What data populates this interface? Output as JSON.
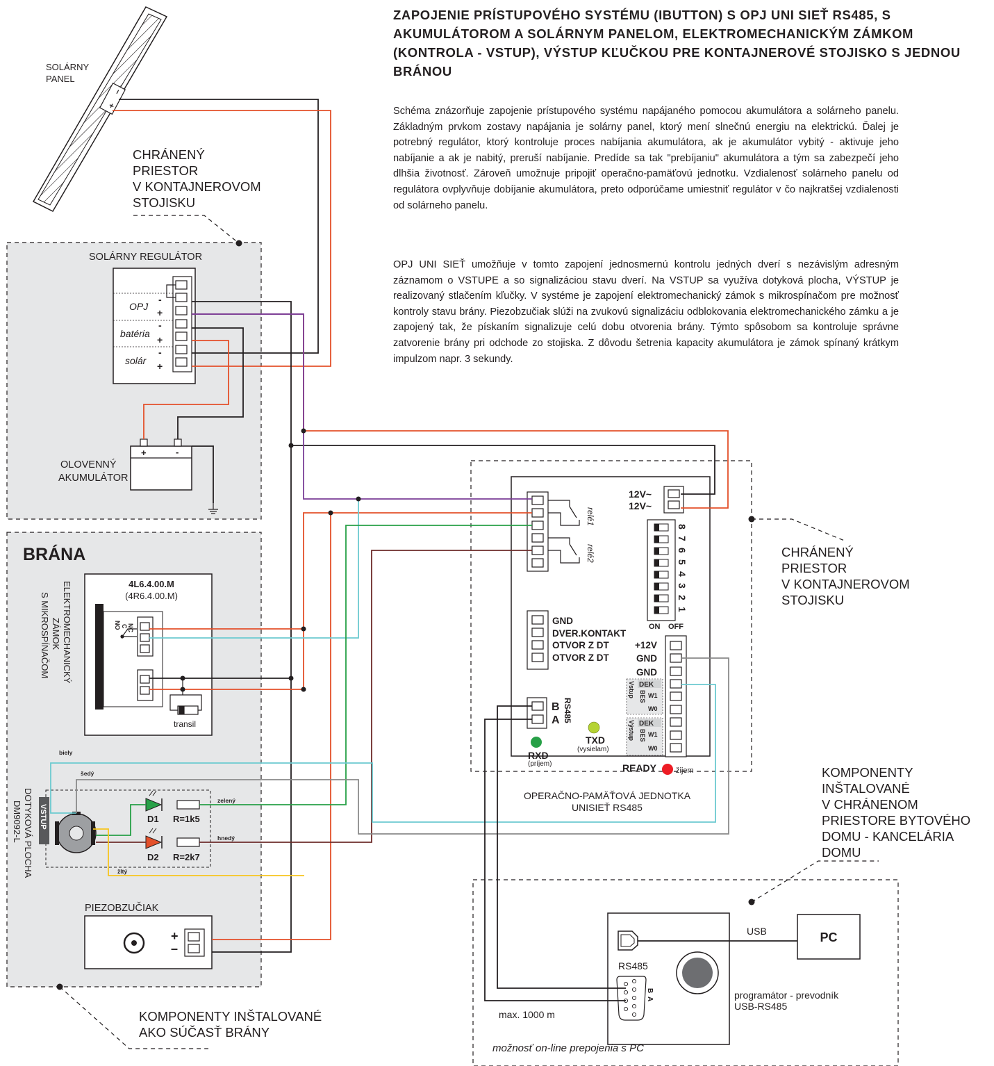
{
  "title": {
    "part1": "ZAPOJENIE PRÍSTUPOVÉHO SYSTÉMU (IBUTTON) S ",
    "hl1": "OPJ UNI SIEŤ RS485",
    "part2": ", ",
    "hl2": "S AKUMULÁTOROM A SOLÁRNYM PANELOM",
    "part3": ", ELEKTROMECHANICKÝM ZÁMKOM (KONTROLA - VSTUP), VÝSTUP KĽUČKOU PRE ",
    "hl3": "KONTAJNEROVÉ STOJISKO",
    "part4": " S JEDNOU BRÁNOU"
  },
  "paragraphs": {
    "p1": "Schéma znázorňuje zapojenie prístupového systému napájaného pomocou akumulátora a solárneho panelu. Základným prvkom zostavy napájania je solárny panel, ktorý mení slnečnú energiu na elektrickú. Ďalej je potrebný regulátor, ktorý kontroluje proces nabíjania akumulátora, ak je akumulátor vybitý - aktivuje jeho nabíjanie a ak je nabitý, preruší nabíjanie. Predíde sa tak \"prebíjaniu\" akumulátora a tým sa zabezpečí jeho dlhšia životnosť. Zároveň umožnuje pripojiť operačno-pamäťovú jednotku.  Vzdialenosť solárneho panelu od regulátora ovplyvňuje dobíjanie akumulátora, preto odporúčame umiestniť regulátor v čo najkratšej vzdialenosti od solárneho panelu.",
    "p2": "OPJ UNI SIEŤ umožňuje v tomto zapojení jednosmernú kontrolu jedných dverí s nezávislým adresným záznamom o VSTUPE a so signalizáciou stavu dverí.  Na VSTUP sa využíva dotyková plocha, VÝSTUP je realizovaný stlačením kľučky. V systéme je zapojení elektromechanický zámok s mikrospínačom pre možnosť kontroly stavu brány. Piezobzučiak slúži na zvukovú signalizáciu odblokovania elektromechanického zámku a je zapojený tak, že pískaním signalizuje celú dobu otvorenia brány. Týmto spôsobom sa kontroluje správne zatvorenie brány pri odchode zo stojiska. Z dôvodu šetrenia kapacity akumulátora je zámok spínaný krátkym impulzom napr. 3 sekundy."
  },
  "solar_panel": {
    "label1": "SOLÁRNY",
    "label2": "PANEL",
    "plus": "+",
    "minus": "–"
  },
  "protected_top": {
    "l1": "CHRÁNENÝ",
    "l2": "PRIESTOR",
    "l3": "V KONTAJNEROVOM",
    "l4": "STOJISKU"
  },
  "regulator": {
    "title": "SOLÁRNY REGULÁTOR",
    "opj": "OPJ",
    "bateria": "batéria",
    "solar": "solár",
    "minus": "-",
    "plus": "+"
  },
  "battery": {
    "l1": "OLOVENNÝ",
    "l2": "AKUMULÁTOR",
    "plus": "+",
    "minus": "-"
  },
  "gate": {
    "title": "BRÁNA"
  },
  "lock": {
    "model": "4L6.4.00.M",
    "model_alt": "(4R6.4.00.M)",
    "side1": "ELEKTROMECHANICKÝ",
    "side2": "ZÁMOK",
    "side3": "S MIKROSPÍNAČOM",
    "no": "NO",
    "c": "C",
    "nc": "NC",
    "transil": "transil"
  },
  "touch": {
    "side1": "DOTYKOVÁ PLOCHA",
    "side2": "DM9092-L",
    "vstup": "VSTUP",
    "biely": "biely",
    "sedy": "šedý",
    "zeleny": "zelený",
    "hnedy": "hnedý",
    "zlty": "žltý",
    "d1": "D1",
    "d2": "D2",
    "r1": "R=1k5",
    "r2": "R=2k7"
  },
  "piezo": {
    "title": "PIEZOBZUČIAK",
    "plus": "+",
    "minus": "–"
  },
  "gate_note": {
    "l1": "KOMPONENTY INŠTALOVANÉ",
    "l2": "AKO SÚČASŤ BRÁNY"
  },
  "opj": {
    "v1": "12V~",
    "v2": "12V~",
    "rele1": "relé1",
    "rele2": "relé2",
    "dip": [
      "8",
      "7",
      "6",
      "5",
      "4",
      "3",
      "2",
      "1"
    ],
    "on": "ON",
    "off": "OFF",
    "gnd": "GND",
    "dver": "DVER.KONTAKT",
    "otvor1": "OTVOR Z DT",
    "otvor2": "OTVOR Z DT",
    "p12": "+12V",
    "gnd1": "GND",
    "gnd2": "GND",
    "dek": "DEK",
    "w1": "W1",
    "w0": "W0",
    "bes": "BES",
    "vstup": "Vstup",
    "vystup": "Výstup",
    "b": "B",
    "a": "A",
    "rs485": "RS485",
    "txd": "TXD",
    "txd_sub": "(vysielam)",
    "rxd": "RXD",
    "rxd_sub": "(príjem)",
    "ready": "READY",
    "zijem": "žijem",
    "caption1": "OPERAČNO-PAMÄŤOVÁ JEDNOTKA",
    "caption2": "UNISIEŤ RS485"
  },
  "protected_right": {
    "l1": "CHRÁNENÝ",
    "l2": "PRIESTOR",
    "l3": "V KONTAJNEROVOM",
    "l4": "STOJISKU"
  },
  "office_note": {
    "l1": "KOMPONENTY",
    "l2": "INŠTALOVANÉ",
    "l3": "V CHRÁNENOM",
    "l4": "PRIESTORE BYTOVÉHO",
    "l5": "DOMU - KANCELÁRIA",
    "l6": "DOMU"
  },
  "converter": {
    "rs485": "RS485",
    "b": "B",
    "a": "A",
    "usb": "USB",
    "pc": "PC",
    "caption1": "programátor - prevodník",
    "caption2": "USB-RS485",
    "maxlen": "max. 1000 m",
    "online": "možnosť on-line prepojenia s PC"
  },
  "colors": {
    "red": "#e4502a",
    "black": "#231f20",
    "purple": "#7b3f98",
    "cyan": "#6ccad0",
    "green": "#27a047",
    "brown": "#6d2c2a",
    "yellow": "#f7c51e",
    "gray": "#8a8a8a",
    "box_fill": "#e6e7e8"
  }
}
